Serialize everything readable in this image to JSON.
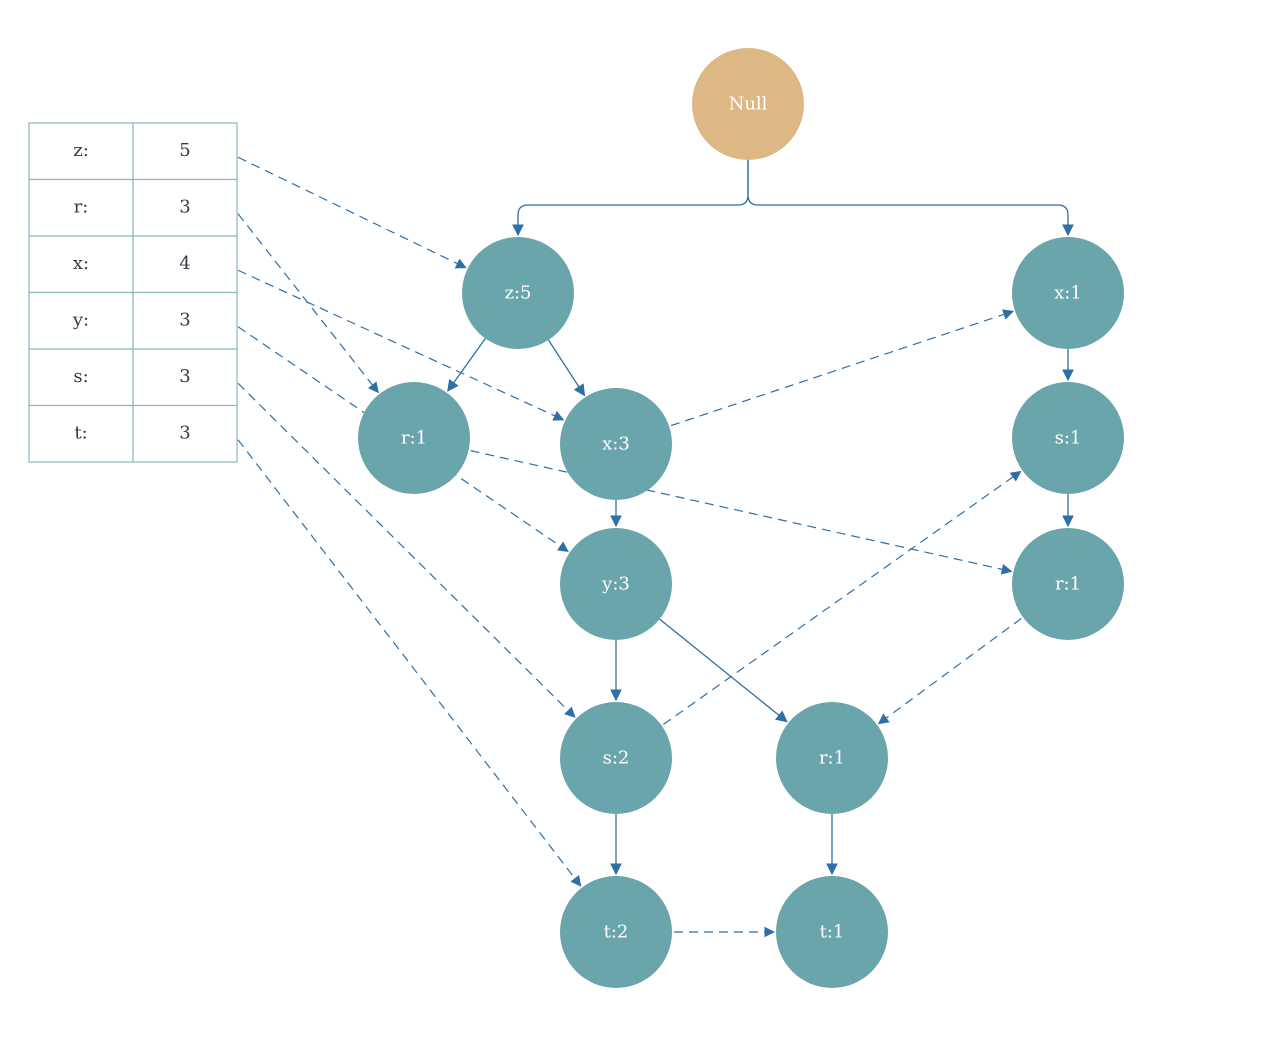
{
  "colors": {
    "node_fill": "#6aa5ac",
    "root_fill": "#ddb885",
    "edge": "#2e6fa8",
    "table_border": "#8ab8bd",
    "table_text": "#333c44",
    "node_text": "#ffffff"
  },
  "header_table": {
    "rows": [
      {
        "item": "z:",
        "count": "5"
      },
      {
        "item": "r:",
        "count": "3"
      },
      {
        "item": "x:",
        "count": "4"
      },
      {
        "item": "y:",
        "count": "3"
      },
      {
        "item": "s:",
        "count": "3"
      },
      {
        "item": "t:",
        "count": "3"
      }
    ]
  },
  "tree": {
    "nodes": [
      {
        "id": "null",
        "label": "Null",
        "kind": "root"
      },
      {
        "id": "z5",
        "label": "z:5"
      },
      {
        "id": "r1a",
        "label": "r:1"
      },
      {
        "id": "x3",
        "label": "x:3"
      },
      {
        "id": "y3",
        "label": "y:3"
      },
      {
        "id": "s2",
        "label": "s:2"
      },
      {
        "id": "t2",
        "label": "t:2"
      },
      {
        "id": "r1b",
        "label": "r:1"
      },
      {
        "id": "t1b",
        "label": "t:1"
      },
      {
        "id": "x1",
        "label": "x:1"
      },
      {
        "id": "s1",
        "label": "s:1"
      },
      {
        "id": "r1c",
        "label": "r:1"
      }
    ],
    "tree_edges": [
      {
        "from": "null",
        "to": "z5"
      },
      {
        "from": "null",
        "to": "x1"
      },
      {
        "from": "z5",
        "to": "r1a"
      },
      {
        "from": "z5",
        "to": "x3"
      },
      {
        "from": "x3",
        "to": "y3"
      },
      {
        "from": "y3",
        "to": "s2"
      },
      {
        "from": "s2",
        "to": "t2"
      },
      {
        "from": "y3",
        "to": "r1b"
      },
      {
        "from": "r1b",
        "to": "t1b"
      },
      {
        "from": "x1",
        "to": "s1"
      },
      {
        "from": "s1",
        "to": "r1c"
      }
    ],
    "link_edges": [
      {
        "from": "table:0",
        "to": "z5"
      },
      {
        "from": "table:1",
        "to": "r1a"
      },
      {
        "from": "table:2",
        "to": "x3"
      },
      {
        "from": "table:3",
        "to": "y3"
      },
      {
        "from": "table:4",
        "to": "s2"
      },
      {
        "from": "table:5",
        "to": "t2"
      },
      {
        "from": "x3",
        "to": "x1"
      },
      {
        "from": "r1a",
        "to": "r1c"
      },
      {
        "from": "s2",
        "to": "s1"
      },
      {
        "from": "r1c",
        "to": "r1b"
      },
      {
        "from": "t2",
        "to": "t1b"
      }
    ]
  }
}
